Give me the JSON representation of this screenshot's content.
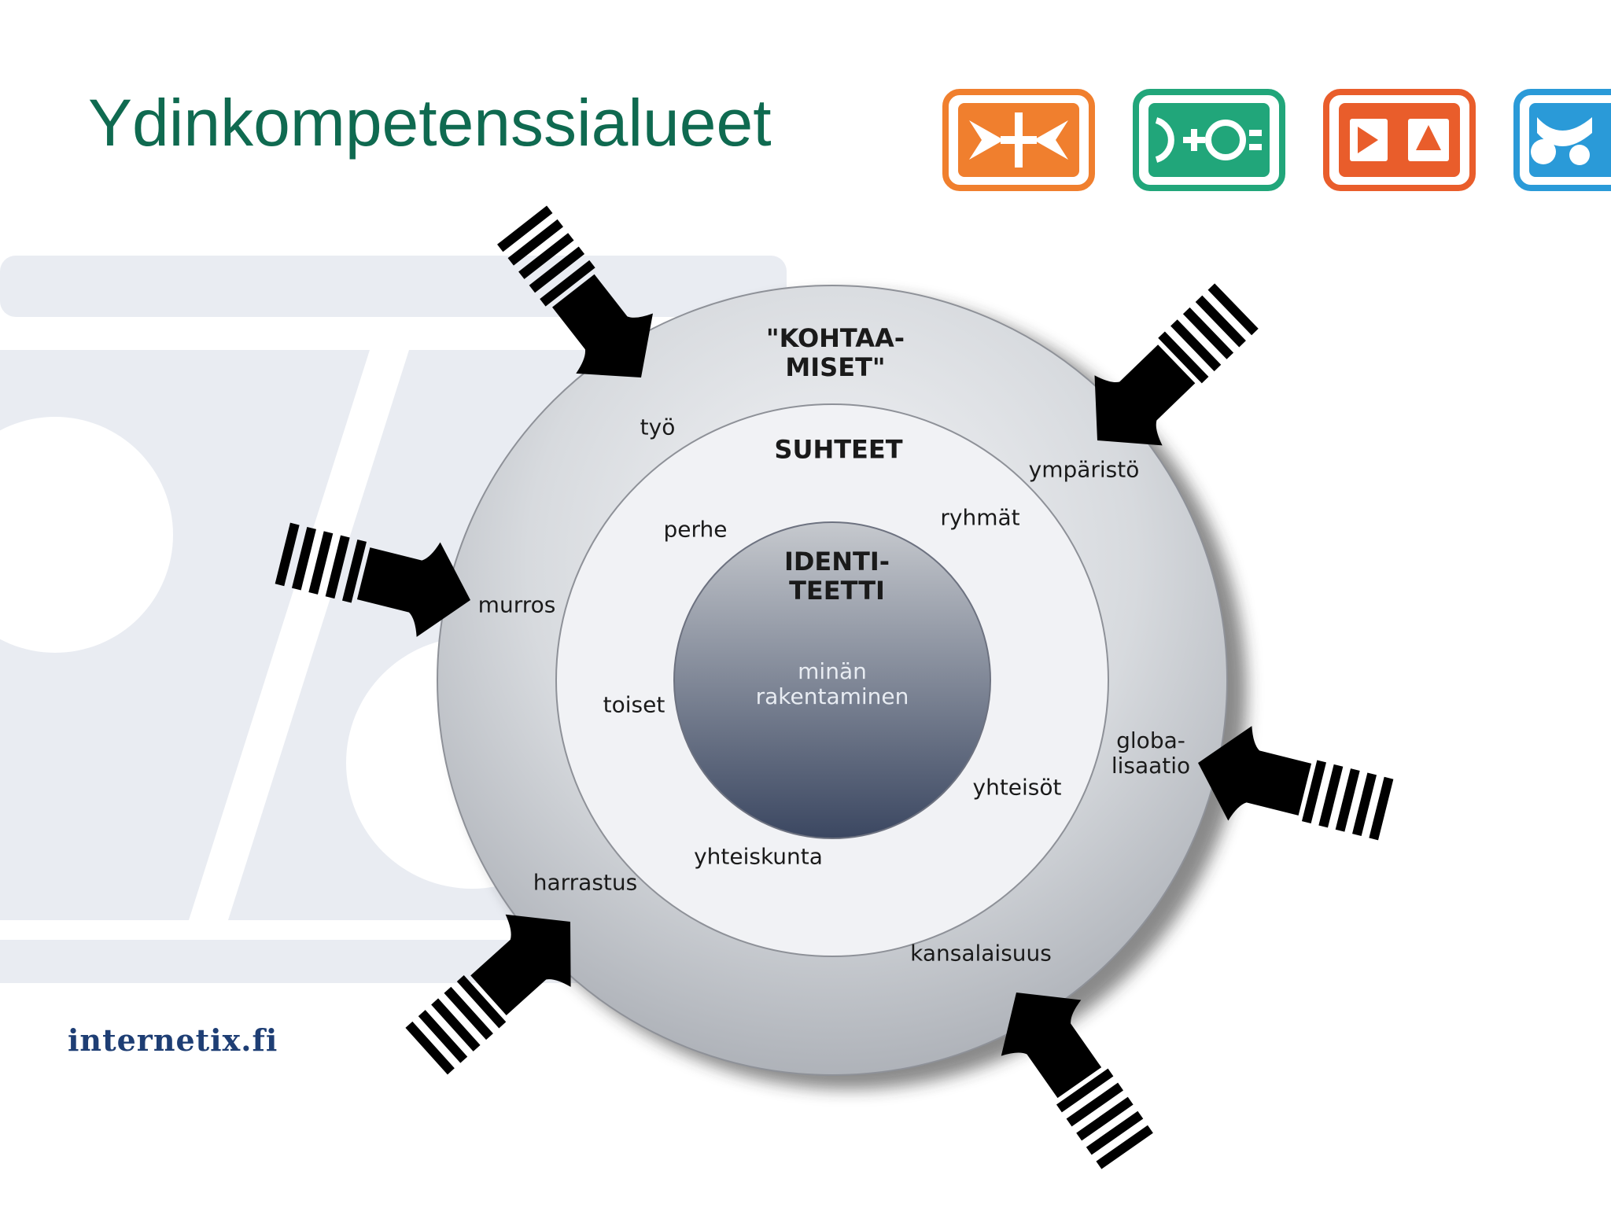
{
  "slide": {
    "title": "Ydinkompetenssialueet",
    "brand": "internetix.fi"
  },
  "logos": [
    {
      "icon": "cross-arrows-icon",
      "color": "#f07f2e"
    },
    {
      "icon": "plus-circle-icon",
      "color": "#21a67a"
    },
    {
      "icon": "play-triangle-icon",
      "color": "#e95d2b"
    },
    {
      "icon": "circles-icon",
      "color": "#2a9ad8"
    }
  ],
  "diagram": {
    "outer_ring": {
      "heading": "\"KOHTAA-\nMISET\"",
      "items": {
        "tyo": "työ",
        "ymparisto": "ympäristö",
        "murros": "murros",
        "globalisaatio": "globa-\nlisaatio",
        "harrastus": "harrastus",
        "kansalaisuus": "kansalaisuus"
      }
    },
    "middle_ring": {
      "heading": "SUHTEET",
      "items": {
        "perhe": "perhe",
        "ryhmat": "ryhmät",
        "toiset": "toiset",
        "yhteisot": "yhteisöt",
        "yhteiskunta": "yhteiskunta"
      }
    },
    "core": {
      "heading": "IDENTI-\nTEETTI",
      "text": "minän\nrakentaminen"
    },
    "colors": {
      "ring_light": "#f3f4f7",
      "ring_dark": "#a9acb2",
      "core_top": "#c3c6cb",
      "core_bottom": "#3e4a63",
      "arrow": "#000000"
    }
  }
}
